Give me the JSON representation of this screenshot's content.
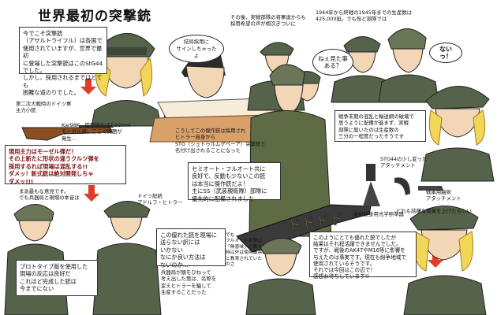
{
  "title": "世界最初の突撃銃",
  "panels": {
    "intro_box": "今でこそ突撃銃\n（アサルトライフル）は各国で\n使用されていますが、世界で最初\nに登場した突撃銃はこのStG44\nでした。\nしかし、採用されるまではとても\n困難な道のりでした。",
    "rifle_caption": "第二次大戦時のドイツ軍\n主力小銃",
    "kar98k_note": "Kar98K。使用弾丸は7.92mm\nモーゼル弾。ここで問題が\n発生…",
    "problem_box": "現用主力はモーゼル弾だ！\nその上新たに形状の違うクルツ弾を\n採用するれば現場は混乱する!!\nダメッ！新式銃は絶対開発しちゃ\nダメッ!!!",
    "hitler_note": "まあ最もな意見です。\nでも兵器局と現場の本音は",
    "hitler_label": "ドイツ総統\nアドルフ・ヒトラー",
    "prototype_box": "プロトタイプ版を使用した\n現場の反応は良好だ\nこれほど完成した銃は\n今までにない",
    "name_change_box": "この優れた銃を現場に\n送らない訳には\nいかない\nなにか良い方法は\nないのか…",
    "name_change_note": "兵器局が頭をひねって\n考え出した策は、名称を\n変えヒトラーを騙して\n生産することだった",
    "sign_bubble": "結局採用に\nサインしちゃったよ",
    "top_note": "その後、実戦部隊の将軍達からも\n採用希望の声が相次ぎついに",
    "stg_note": "こうしてこの傑作銃は採用され\nヒトラー自身から\nSTG（シュトゥルムゲベーア）突撃銃と\n名付け出されることになった",
    "full_auto_box": "セミオート・フルオート共に\n良好で、反動も少ないこの銃\nは本当に傑作銃だよ！\n主にSS（武装親衛隊）部隊に\n優先的に配備されました",
    "mini_note": "でも\nフルオート射撃は\n「無意味」必要な\n時以外は使用厳禁\nと教育されていた\nのさ",
    "production_note": "1944年から終戦の1945年までの生産数は\n425,000挺。でも殆ど部隊では",
    "nee_bubble": "ねぇ見た事\nある？",
    "nai_bubble": "ないっ！",
    "war_end_box": "戦争末期の混乱と輸送網の破壊で\n思うように配備が進まず、実戦\n部隊に届いたのは生産数の\n三分の一程度だったそうです",
    "attachment_label": "STG44の少し変った\nアタッチメント",
    "curved_label": "戦車用曲射\nアタッチメント",
    "curved_note": "どれも結構な戦果を上げたらしい",
    "scope_label": "曲射銃身用光学照準器",
    "conclusion_box": "このようにとても優れた銃でしたが\n結果はそれ程活躍できませんでした。\nですが、戦後のAK47やM16等に影響を\n与えたのは事実です。現在も紛争地域で\n使用されているそうです。\nそれでは今回はこの辺で！\n感想お待ちしています!!",
    "sfx": "ドドドド"
  },
  "colors": {
    "uniform": "#55634a",
    "uniform_dark": "#3d4737",
    "skin": "#f3d6b6",
    "hair_blonde": "#f2d65a",
    "arrow_red": "#e23b2a",
    "desk": "#d9a06a",
    "rifle_wood": "#8a4e22"
  }
}
